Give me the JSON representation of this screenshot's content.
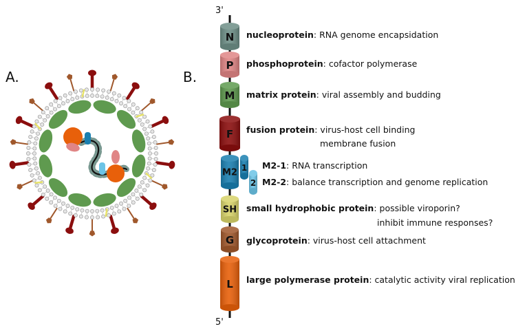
{
  "panel_a_label": "A.",
  "panel_b_label": "B.",
  "end_top": "3'",
  "end_bottom": "5'",
  "genes": [
    {
      "id": "N",
      "letter": "N",
      "name": "nucleoprotein",
      "desc": ": RNA genome encapsidation",
      "color": "#6e8f87"
    },
    {
      "id": "P",
      "letter": "P",
      "name": "phosphoprotein",
      "desc": ": cofactor polymerase",
      "color": "#e08585"
    },
    {
      "id": "M",
      "letter": "M",
      "name": "matrix protein",
      "desc": ": viral assembly and budding",
      "color": "#5f9a4f"
    },
    {
      "id": "F",
      "letter": "F",
      "name": "fusion protein",
      "desc": ": virus-host cell binding",
      "desc2": "membrane fusion",
      "color": "#8b0e0e"
    },
    {
      "id": "M2",
      "letter": "M2",
      "color": "#1a7fb0"
    },
    {
      "id": "SH",
      "letter": "SH",
      "name": "small hydrophobic protein",
      "desc": ": possible viroporin?",
      "desc2": "inhibit immune responses?",
      "color": "#d8d36a"
    },
    {
      "id": "G",
      "letter": "G",
      "name": "glycoprotein",
      "desc": ": virus-host cell attachment",
      "color": "#a0582c"
    },
    {
      "id": "L",
      "letter": "L",
      "name": "large polymerase protein",
      "desc": ": catalytic activity viral replication",
      "color": "#e8600a"
    }
  ],
  "m2_sub": [
    {
      "num": "1",
      "name": "M2-1",
      "desc": ": RNA transcription",
      "color": "#1a7fb0"
    },
    {
      "num": "2",
      "name": "M2-2",
      "desc": ": balance transcription and genome replication",
      "color": "#6cc4e6"
    }
  ]
}
